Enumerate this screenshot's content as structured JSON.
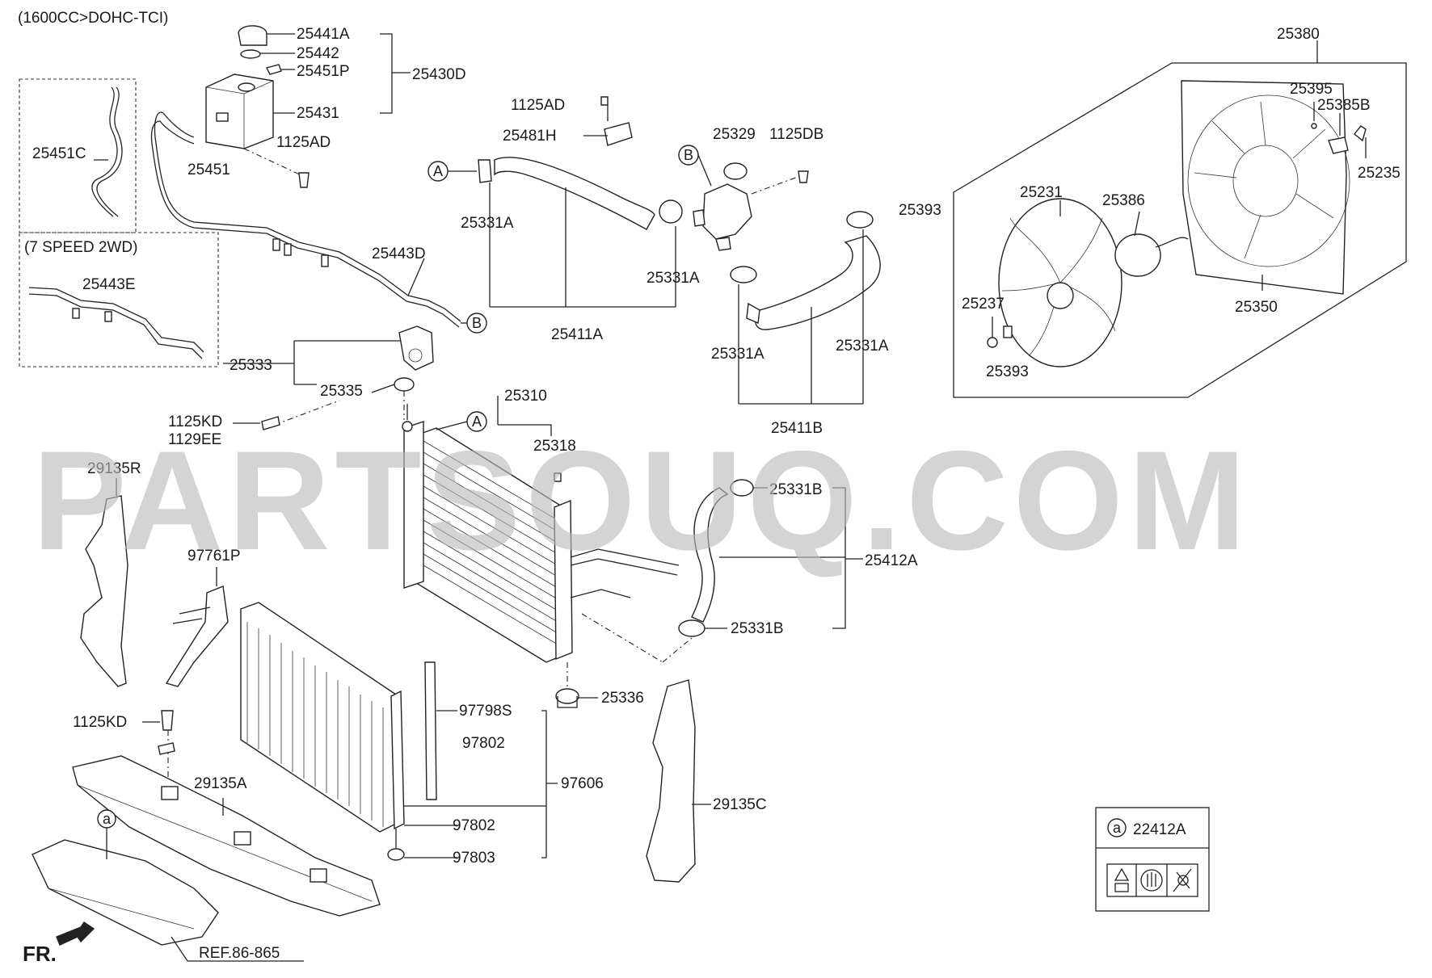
{
  "headers": {
    "engine": "(1600CC>DOHC-TCI)",
    "variant": "(7 SPEED 2WD)"
  },
  "watermark": "PARTSOUQ.COM",
  "front_marker": "FR.",
  "reference": "REF.86-865",
  "circle_refs": {
    "a": "A",
    "b": "B",
    "small_a": "a"
  },
  "legend": {
    "symbol": "a",
    "part": "22412A"
  },
  "parts": {
    "p25441A": "25441A",
    "p25442": "25442",
    "p25451P": "25451P",
    "p25430D": "25430D",
    "p25431": "25431",
    "p1125AD_a": "1125AD",
    "p25451": "25451",
    "p25451C": "25451C",
    "p25443D": "25443D",
    "p25443E": "25443E",
    "p1125AD_b": "1125AD",
    "p25481H": "25481H",
    "p25331A_1": "25331A",
    "p25329": "25329",
    "p1125DB": "1125DB",
    "p25331A_2": "25331A",
    "p25411A": "25411A",
    "p25331A_3": "25331A",
    "p25331A_4": "25331A",
    "p25411B": "25411B",
    "p25380": "25380",
    "p25395": "25395",
    "p25385B": "25385B",
    "p25235": "25235",
    "p25393_a": "25393",
    "p25231": "25231",
    "p25386": "25386",
    "p25237": "25237",
    "p25393_b": "25393",
    "p25350": "25350",
    "p25333": "25333",
    "p25335": "25335",
    "p1125KD_a": "1125KD",
    "p1129EE": "1129EE",
    "p25310": "25310",
    "p25318": "25318",
    "p25331B_1": "25331B",
    "p25412A": "25412A",
    "p25331B_2": "25331B",
    "p29135R": "29135R",
    "p97761P": "97761P",
    "p25336": "25336",
    "p97798S": "97798S",
    "p97802_a": "97802",
    "p97606": "97606",
    "p1125KD_b": "1125KD",
    "p29135A": "29135A",
    "p29135C": "29135C",
    "p97802_b": "97802",
    "p97803": "97803"
  }
}
